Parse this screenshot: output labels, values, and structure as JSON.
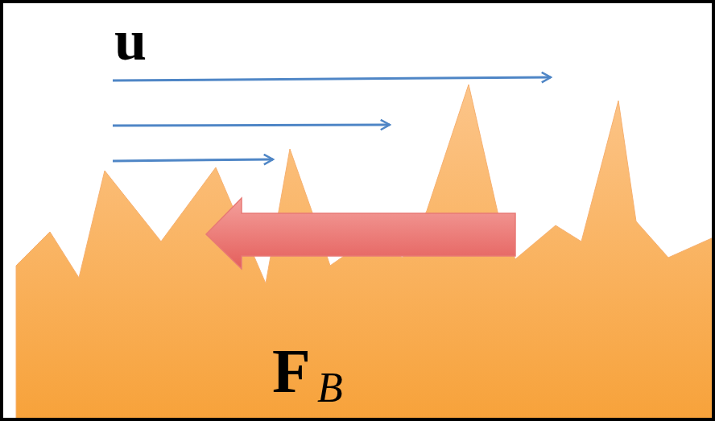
{
  "diagram": {
    "labels": [
      "u",
      "F",
      "B"
    ]
  }
}
